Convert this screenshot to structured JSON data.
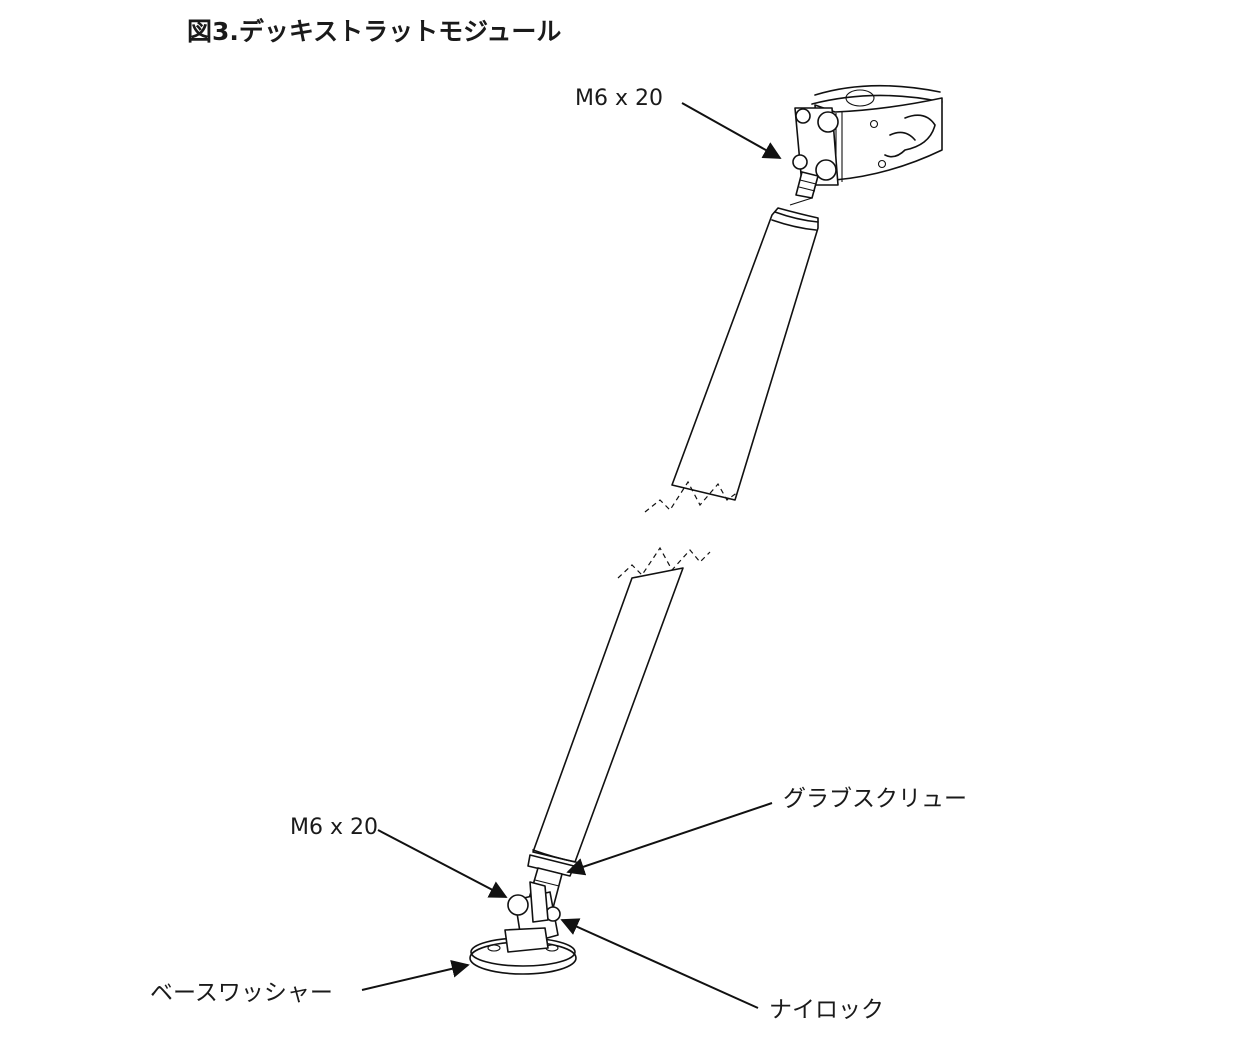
{
  "figure": {
    "title": "図3.デッキストラットモジュール",
    "callouts": {
      "top_bolt": "M6 x 20",
      "bottom_bolt": "M6 x 20",
      "grub_screw": "グラブスクリュー",
      "nylock": "ナイロック",
      "base_washer": "ベースワッシャー"
    }
  }
}
